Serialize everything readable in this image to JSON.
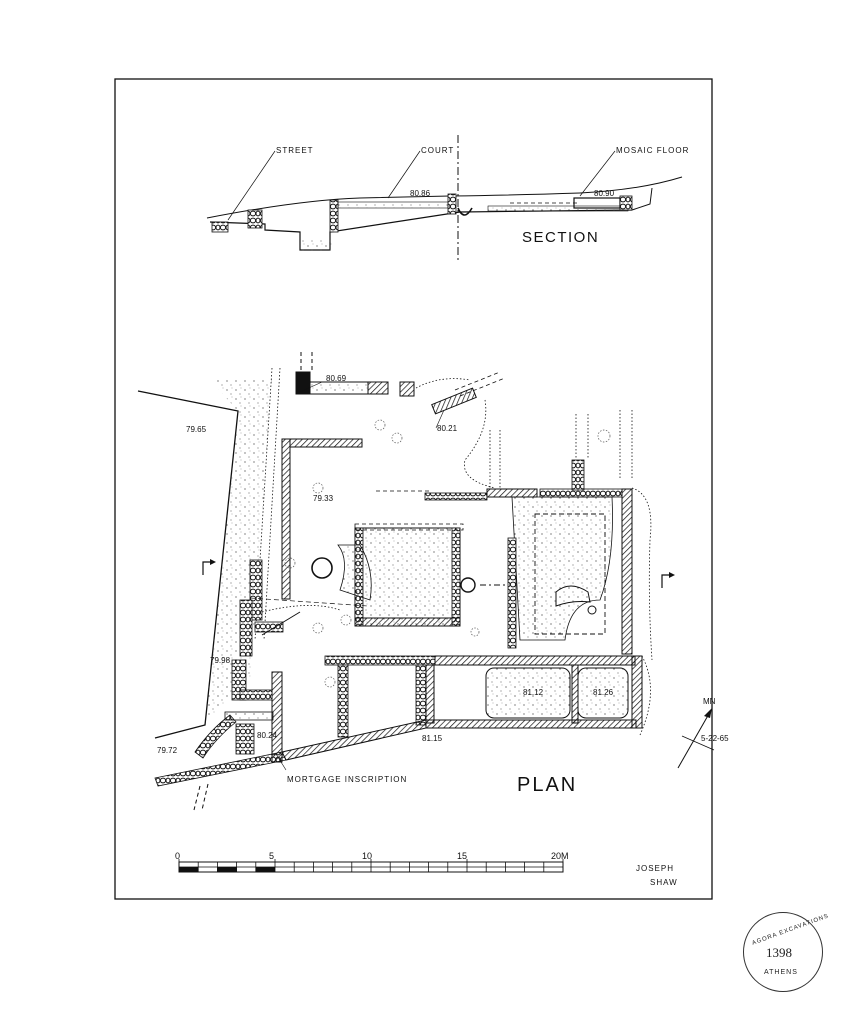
{
  "section": {
    "title": "SECTION",
    "labels": {
      "street": "STREET",
      "court": "COURT",
      "mosaic_floor": "MOSAIC FLOOR"
    },
    "elevations": {
      "court": "80.86",
      "mosaic": "80.90"
    }
  },
  "plan": {
    "title": "PLAN",
    "north_label": "MN",
    "north_date": "5-22-65",
    "inscription_label": "MORTGAGE INSCRIPTION",
    "elevations": {
      "e1": "80.69",
      "e2": "80.21",
      "e3": "79.65",
      "e4": "79.33",
      "e5": "79.98",
      "e6": "80.24",
      "e7": "79.72",
      "e8": "81.12",
      "e9": "81.26",
      "e10": "81.15"
    }
  },
  "scale": {
    "ticks": [
      "0",
      "5",
      "10",
      "15",
      "20M"
    ]
  },
  "author": {
    "first": "JOSEPH",
    "last": "SHAW"
  },
  "stamp": {
    "top_text": "AGORA EXCAVATIONS",
    "bottom_text": "ATHENS",
    "number": "1398"
  }
}
